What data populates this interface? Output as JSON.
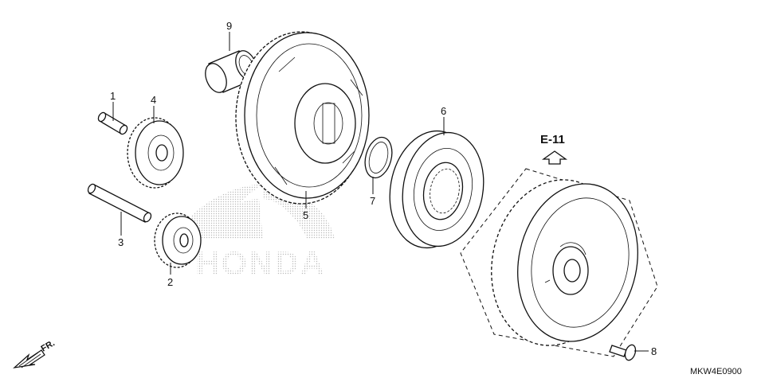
{
  "diagram": {
    "reference_code": "MKW4E0900",
    "section_ref": "E-11",
    "front_indicator": "FR.",
    "watermark": "HONDA",
    "callouts": [
      {
        "id": "1",
        "part": "short-shaft"
      },
      {
        "id": "2",
        "part": "small-gear-lower"
      },
      {
        "id": "3",
        "part": "long-shaft"
      },
      {
        "id": "4",
        "part": "small-gear-upper"
      },
      {
        "id": "5",
        "part": "starter-driven-gear"
      },
      {
        "id": "6",
        "part": "one-way-clutch"
      },
      {
        "id": "7",
        "part": "washer-ring"
      },
      {
        "id": "8",
        "part": "flange-bolt"
      },
      {
        "id": "9",
        "part": "needle-bearing"
      }
    ]
  }
}
